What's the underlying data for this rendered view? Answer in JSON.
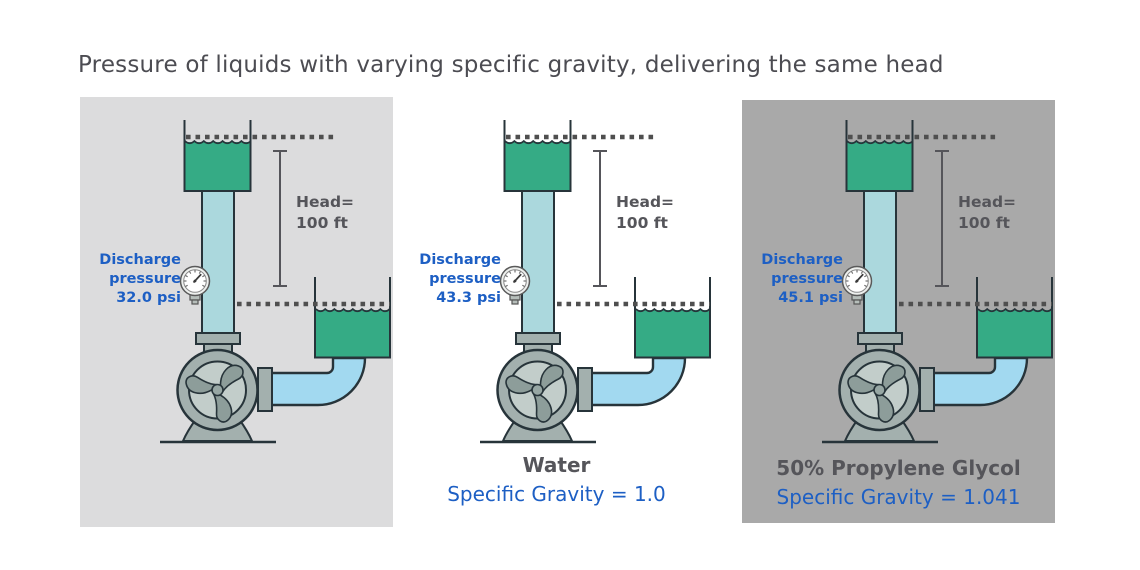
{
  "title": "Pressure of liquids with varying specific gravity, delivering the same head",
  "colors": {
    "accent_blue": "#1d5fc4",
    "label_gray": "#55555a",
    "left_panel_bg": "#dcdcdd",
    "right_panel_bg": "#a9a9a9",
    "tank_green": "#35ab85",
    "riser_pipe_cyan": "#abd8dd",
    "elbow_pipe_blue": "#a2d9f0",
    "pump_gray": "#a3b0ae",
    "dash_gray": "#4f4f4f"
  },
  "panels": [
    {
      "id": "baseline",
      "background": "#dcdcdd",
      "discharge_label": {
        "line1": "Discharge",
        "line2": "pressure",
        "line3": "32.0 psi"
      },
      "head_label": {
        "line1": "Head=",
        "line2": "100 ft"
      },
      "caption_title": "",
      "caption_subtitle": ""
    },
    {
      "id": "water",
      "background": "",
      "discharge_label": {
        "line1": "Discharge",
        "line2": "pressure",
        "line3": "43.3 psi"
      },
      "head_label": {
        "line1": "Head=",
        "line2": "100 ft"
      },
      "caption_title": "Water",
      "caption_subtitle": "Specific Gravity = 1.0"
    },
    {
      "id": "propylene-glycol",
      "background": "#a9a9a9",
      "discharge_label": {
        "line1": "Discharge",
        "line2": "pressure",
        "line3": "45.1 psi"
      },
      "head_label": {
        "line1": "Head=",
        "line2": "100 ft"
      },
      "caption_title": "50% Propylene Glycol",
      "caption_subtitle": "Specific Gravity = 1.041"
    }
  ]
}
